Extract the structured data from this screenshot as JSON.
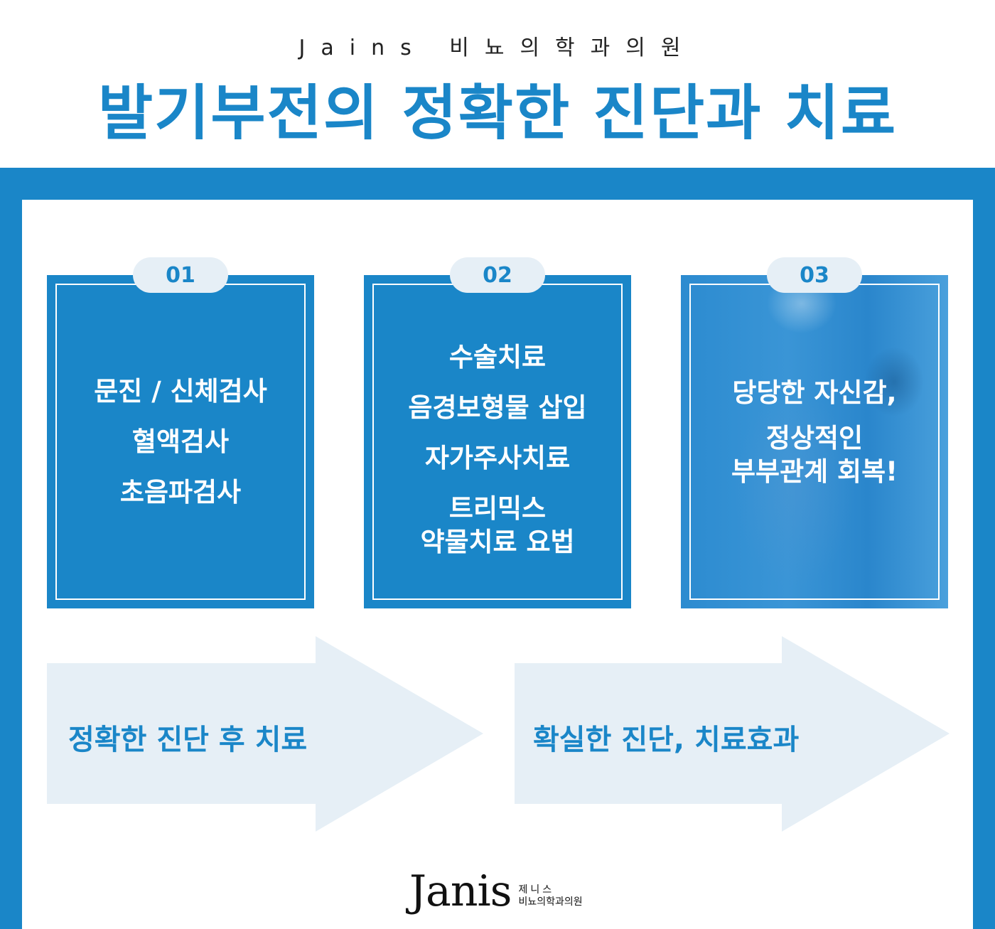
{
  "header": {
    "subtitle": "Jains 비뇨의학과의원",
    "title": "발기부전의 정확한 진단과 치료"
  },
  "steps": [
    {
      "badge": "01",
      "lines": [
        "문진 / 신체검사",
        "혈액검사",
        "초음파검사"
      ]
    },
    {
      "badge": "02",
      "lines": [
        "수술치료",
        "음경보형물 삽입",
        "자가주사치료",
        "트리믹스",
        "약물치료 요법"
      ]
    },
    {
      "badge": "03",
      "lines": [
        "당당한 자신감,",
        "정상적인",
        "부부관계 회복!"
      ]
    }
  ],
  "arrows": [
    {
      "label": "정확한 진단 후 치료"
    },
    {
      "label": "확실한 진단, 치료효과"
    }
  ],
  "logo": {
    "word": "Janis",
    "name": "제니스",
    "clinic": "비뇨의학과의원"
  },
  "colors": {
    "accent": "#1a86c8",
    "light": "#e6eff6"
  }
}
